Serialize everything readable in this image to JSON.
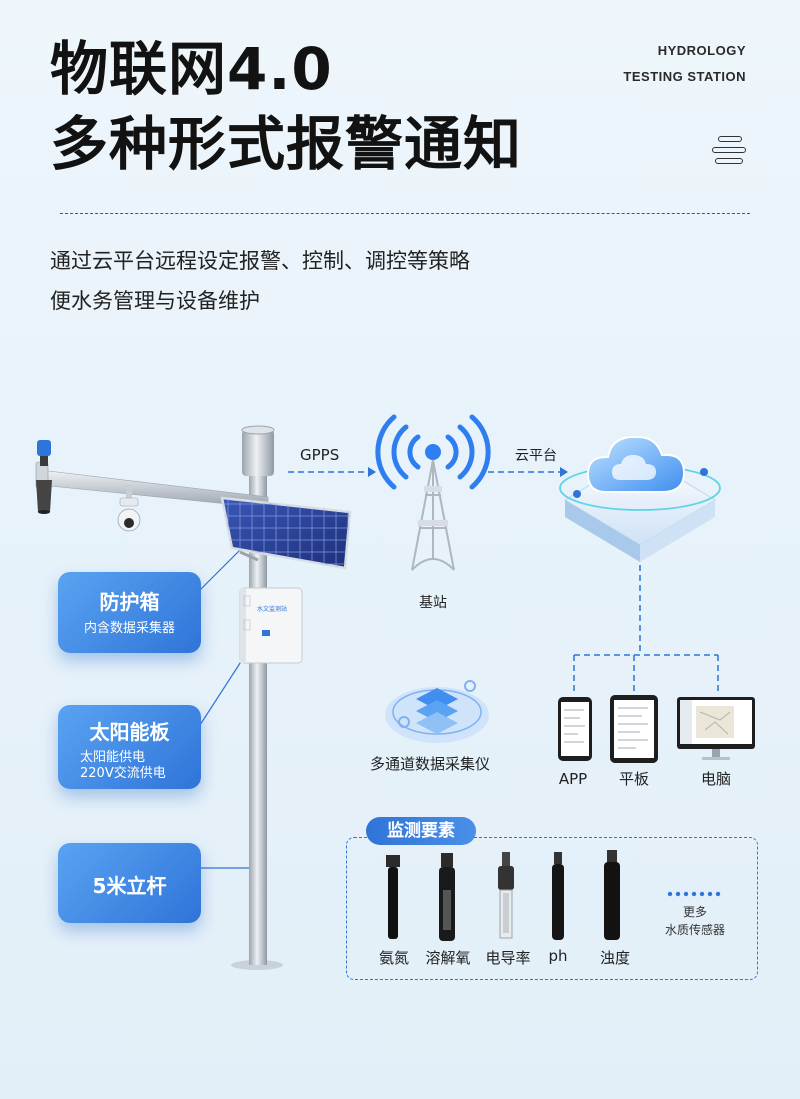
{
  "header": {
    "title_line1": "物联网4.0",
    "title_line2": "多种形式报警通知",
    "brand_line1": "HYDROLOGY",
    "brand_line2": "TESTING STATION",
    "desc_line1": "通过云平台远程设定报警、控制、调控等策略",
    "desc_line2": "便水务管理与设备维护"
  },
  "callouts": {
    "box": {
      "title": "防护箱",
      "sub": "内含数据采集器"
    },
    "solar": {
      "title": "太阳能板",
      "sub1": "太阳能供电",
      "sub2": "220V交流供电"
    },
    "pole": {
      "title": "5米立杆"
    }
  },
  "device": {
    "box_label": "水文监测站"
  },
  "network": {
    "gpps_label": "GPPS",
    "cloud_label": "云平台",
    "station_label": "基站",
    "collector_label": "多通道数据采集仪",
    "terminals": [
      "APP",
      "平板",
      "电脑"
    ]
  },
  "monitoring": {
    "title": "监测要素",
    "sensors": [
      "氨氮",
      "溶解氧",
      "电导率",
      "ph",
      "浊度"
    ],
    "more_line1": "更多",
    "more_line2": "水质传感器"
  },
  "colors": {
    "accent_blue": "#2f74d8",
    "light_blue": "#5aa3f2",
    "background": "#eaf4fa"
  }
}
